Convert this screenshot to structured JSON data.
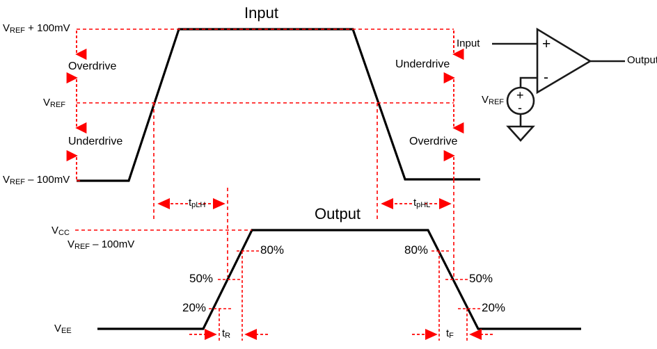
{
  "diagram": {
    "titles": {
      "input": "Input",
      "output": "Output"
    },
    "input_section": {
      "levels": [
        {
          "id": "vref-plus",
          "main": "V",
          "sub": "REF",
          "rest": " + 100mV"
        },
        {
          "id": "vref",
          "main": "V",
          "sub": "REF",
          "rest": ""
        },
        {
          "id": "vref-minus",
          "main": "V",
          "sub": "REF",
          "rest": " – 100mV"
        }
      ],
      "left_annotations": [
        {
          "id": "overdrive-left",
          "label": "Overdrive"
        },
        {
          "id": "underdrive-left",
          "label": "Underdrive"
        }
      ],
      "right_annotations": [
        {
          "id": "underdrive-right",
          "label": "Underdrive"
        },
        {
          "id": "overdrive-right",
          "label": "Overdrive"
        }
      ],
      "right_vref": {
        "main": "V",
        "sub": "REF"
      },
      "delays": [
        {
          "id": "tplh",
          "main": "t",
          "sub": "pLH"
        },
        {
          "id": "tphl",
          "main": "t",
          "sub": "pHL"
        }
      ]
    },
    "output_section": {
      "levels": [
        {
          "id": "vcc",
          "main": "V",
          "sub": "CC",
          "rest": ""
        },
        {
          "id": "vcc-note",
          "main": "V",
          "sub": "REF",
          "rest": " – 100mV"
        },
        {
          "id": "vee",
          "main": "V",
          "sub": "EE",
          "rest": ""
        }
      ],
      "rising_percents": [
        {
          "id": "rise-20",
          "label": "20%"
        },
        {
          "id": "rise-50",
          "label": "50%"
        },
        {
          "id": "rise-80",
          "label": "80%"
        }
      ],
      "falling_percents": [
        {
          "id": "fall-80",
          "label": "80%"
        },
        {
          "id": "fall-50",
          "label": "50%"
        },
        {
          "id": "fall-20",
          "label": "20%"
        }
      ],
      "transition_times": [
        {
          "id": "tr",
          "main": "t",
          "sub": "R"
        },
        {
          "id": "tf",
          "main": "t",
          "sub": "F"
        }
      ]
    },
    "schematic": {
      "input_label": "Input",
      "output_label": "Output",
      "source_label": {
        "main": "V",
        "sub": "REF"
      },
      "opamp_plus": "+",
      "opamp_minus": "-",
      "source_plus": "+",
      "source_minus": "-"
    },
    "colors": {
      "trace": "#000000",
      "annotation": "#FF0000",
      "background": "#FFFFFF"
    }
  }
}
